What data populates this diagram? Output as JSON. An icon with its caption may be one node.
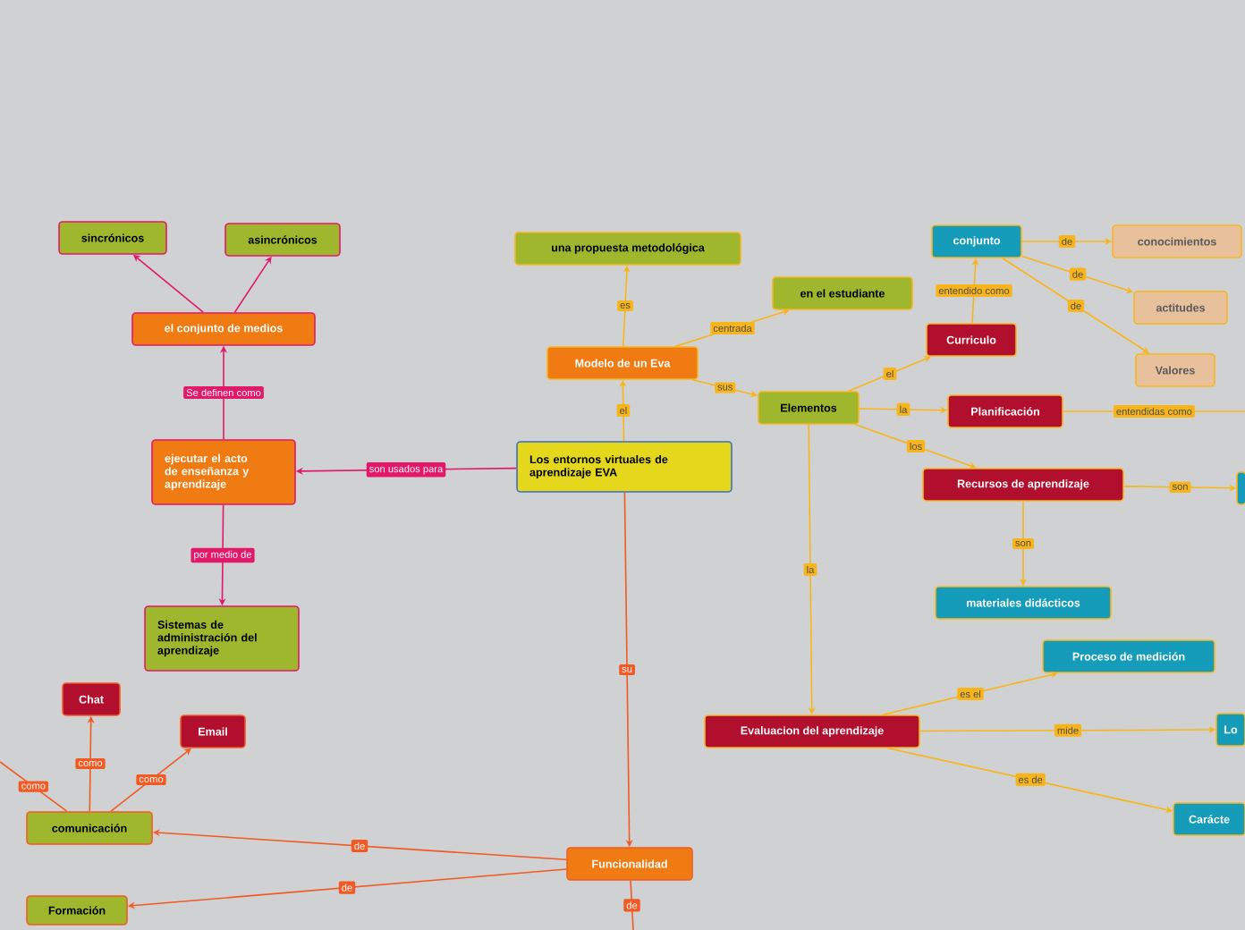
{
  "diagram": {
    "nodes": [
      {
        "text": [
          "sincrónicos"
        ]
      },
      {
        "text": [
          "asincrónicos"
        ]
      },
      {
        "text": [
          "el conjunto de medios"
        ]
      },
      {
        "text": [
          "ejecutar el acto de enseñanza y aprendizaje"
        ]
      },
      {
        "text": [
          "Sistemas de administración del aprendizaje"
        ]
      },
      {
        "text": [
          "Los entornos virtuales de aprendizaje EVA"
        ]
      },
      {
        "text": [
          "Modelo de un Eva"
        ]
      },
      {
        "text": [
          "una propuesta metodológica"
        ]
      },
      {
        "text": [
          "en el estudiante"
        ]
      },
      {
        "text": [
          "Elementos"
        ]
      },
      {
        "text": [
          "conjunto"
        ]
      },
      {
        "text": [
          "conocimientos"
        ]
      },
      {
        "text": [
          "actitudes"
        ]
      },
      {
        "text": [
          "Valores"
        ]
      },
      {
        "text": [
          "Curriculo"
        ]
      },
      {
        "text": [
          "Planificación"
        ]
      },
      {
        "text": [
          "Recursos de aprendizaje"
        ]
      },
      {
        "text": [],
        "shape": "box"
      },
      {
        "text": [
          "materiales didácticos"
        ]
      },
      {
        "text": [
          "Proceso de medición"
        ]
      },
      {
        "text": [
          "Evaluacion del aprendizaje"
        ]
      },
      {
        "text": [
          "Lo"
        ]
      },
      {
        "text": [
          "Carácte"
        ]
      },
      {
        "text": [
          "Chat"
        ]
      },
      {
        "text": [
          "Email"
        ]
      },
      {
        "text": [
          "comunicación"
        ]
      },
      {
        "text": [
          "Funcionalidad"
        ]
      },
      {
        "text": [
          "Formación"
        ]
      }
    ],
    "edges": [
      {
        "from": 5,
        "to": 3,
        "arrow": "to",
        "label": "son usados para",
        "color": "#e2186a"
      },
      {
        "from": 3,
        "to": 2,
        "arrow": "to",
        "label": "Se definen como",
        "color": "#e2186a"
      },
      {
        "from": 2,
        "to": 0,
        "arrow": "to",
        "color": "#e2186a"
      },
      {
        "from": 2,
        "to": 1,
        "arrow": "to",
        "color": "#e2186a"
      },
      {
        "from": 3,
        "to": 4,
        "arrow": "to",
        "label": "por medio de",
        "color": "#e2186a"
      },
      {
        "from": 5,
        "to": 6,
        "arrow": "to",
        "label": "el"
      },
      {
        "from": 6,
        "to": 7,
        "arrow": "to",
        "label": "es"
      },
      {
        "from": 6,
        "to": 8,
        "arrow": "to",
        "label": "centrada"
      },
      {
        "from": 6,
        "to": 9,
        "arrow": "to",
        "label": "sus"
      },
      {
        "from": 14,
        "to": 10,
        "arrow": "to",
        "label": "entendido como"
      },
      {
        "from": 10,
        "to": 11,
        "arrow": "to",
        "label": "de"
      },
      {
        "from": 10,
        "to": 12,
        "arrow": "to",
        "label": "de"
      },
      {
        "from": 10,
        "to": 13,
        "arrow": "to",
        "label": "de"
      },
      {
        "from": 9,
        "to": 14,
        "arrow": "to",
        "label": "el"
      },
      {
        "from": 9,
        "to": 15,
        "arrow": "to",
        "label": "la"
      },
      {
        "from": 9,
        "to": 16,
        "arrow": "to",
        "label": "los"
      },
      {
        "from": 15,
        "to": null,
        "arrow": "none",
        "label": "entendidas como"
      },
      {
        "from": 16,
        "to": 17,
        "arrow": "to",
        "label": "son"
      },
      {
        "from": 16,
        "to": 18,
        "arrow": "to",
        "label": "son"
      },
      {
        "from": 9,
        "to": 20,
        "arrow": "to",
        "label": "la"
      },
      {
        "from": 20,
        "to": 19,
        "arrow": "to",
        "label": "es el"
      },
      {
        "from": 20,
        "to": 21,
        "arrow": "to",
        "label": "mide"
      },
      {
        "from": 20,
        "to": 22,
        "arrow": "to",
        "label": "es de"
      },
      {
        "from": 5,
        "to": 26,
        "arrow": "to",
        "label": "su",
        "color": "#f15a24"
      },
      {
        "from": 26,
        "to": 25,
        "arrow": "to",
        "label": "de",
        "color": "#f15a24"
      },
      {
        "from": 26,
        "to": 27,
        "arrow": "to",
        "label": "de",
        "color": "#f15a24"
      },
      {
        "from": 26,
        "to": null,
        "arrow": "none",
        "label": "de",
        "color": "#f15a24"
      },
      {
        "from": 25,
        "to": 23,
        "arrow": "to",
        "label": "como",
        "color": "#f15a24"
      },
      {
        "from": 25,
        "to": 24,
        "arrow": "to",
        "label": "como",
        "color": "#f15a24"
      },
      {
        "from": 25,
        "to": null,
        "arrow": "none",
        "label": "como",
        "color": "#f15a24"
      }
    ]
  }
}
